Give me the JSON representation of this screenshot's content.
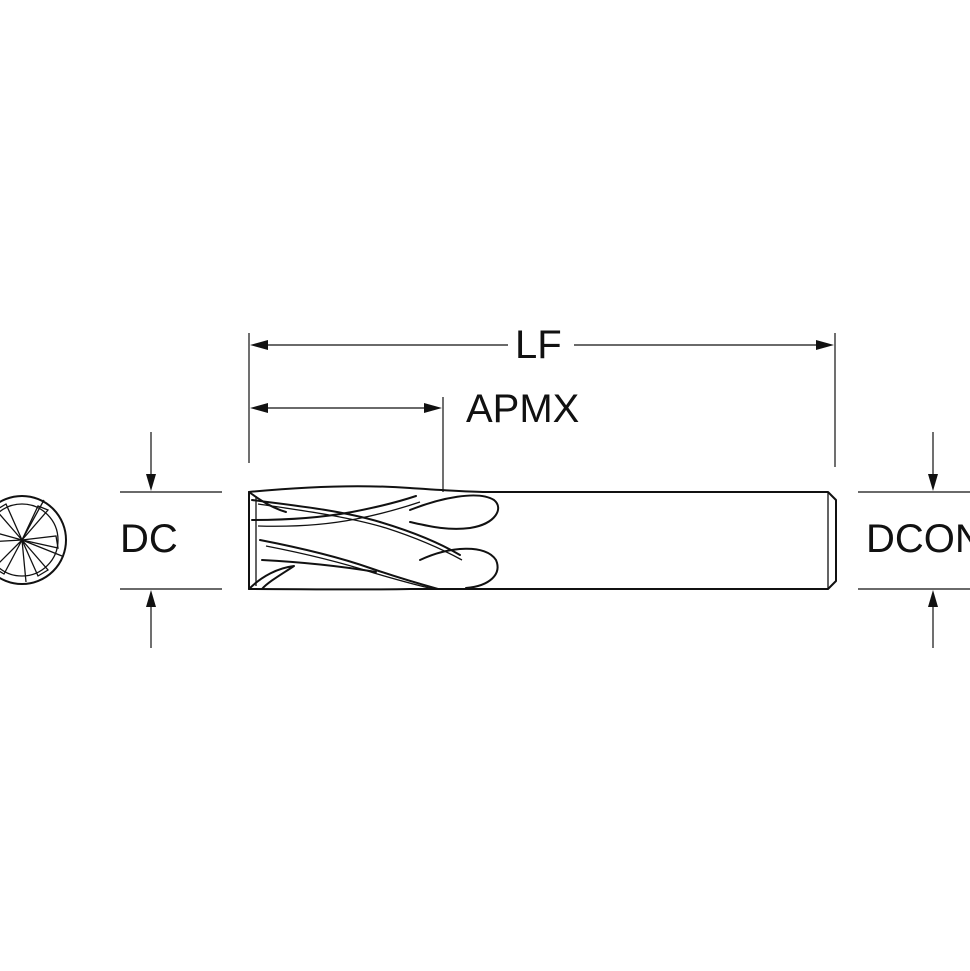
{
  "labels": {
    "lf": "LF",
    "apmx": "APMX",
    "dc": "DC",
    "dcon": "DCON"
  },
  "icons": {
    "end_view": "end-mill-end-view-icon",
    "tool_body": "end-mill-side-view-icon"
  },
  "colors": {
    "line": "#111111",
    "background": "#ffffff"
  }
}
